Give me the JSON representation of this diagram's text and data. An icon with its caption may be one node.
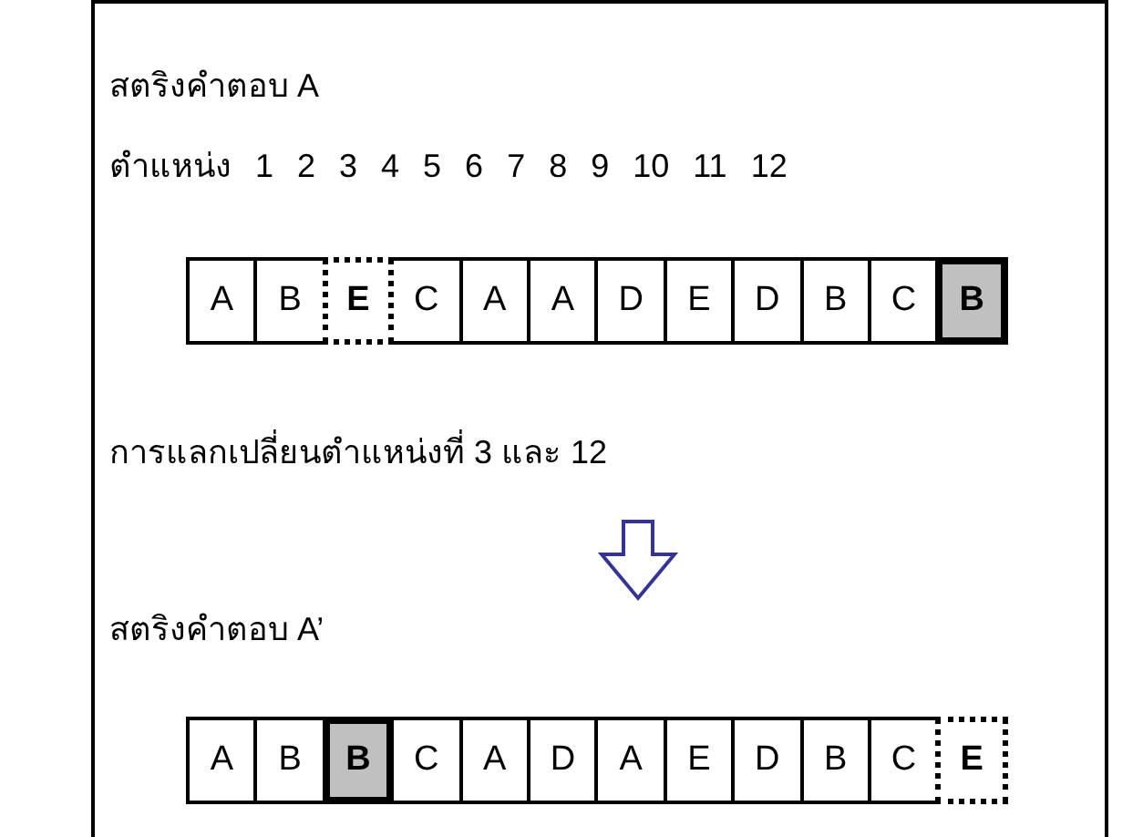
{
  "diagram": {
    "nodes": [
      {
        "text": [
          "A"
        ]
      },
      {
        "text": [
          "B"
        ]
      },
      {
        "text": [
          "E"
        ]
      },
      {
        "text": [
          "C"
        ]
      },
      {
        "text": [
          "A"
        ]
      },
      {
        "text": [
          "A"
        ]
      },
      {
        "text": [
          "D"
        ]
      },
      {
        "text": [
          "E"
        ]
      },
      {
        "text": [
          "D"
        ]
      },
      {
        "text": [
          "B"
        ]
      },
      {
        "text": [
          "C"
        ]
      },
      {
        "text": [
          "B"
        ]
      },
      {
        "text": [
          "A"
        ]
      },
      {
        "text": [
          "B"
        ]
      },
      {
        "text": [
          "B"
        ]
      },
      {
        "text": [
          "C"
        ]
      },
      {
        "text": [
          "A"
        ]
      },
      {
        "text": [
          "D"
        ]
      },
      {
        "text": [
          "A"
        ]
      },
      {
        "text": [
          "E"
        ]
      },
      {
        "text": [
          "D"
        ]
      },
      {
        "text": [
          "B"
        ]
      },
      {
        "text": [
          "C"
        ]
      },
      {
        "text": [
          "E"
        ]
      }
    ],
    "labels": [
      "สตริงคำตอบ A",
      "ตำแหน่ง 1 2 3 4 5 6 7 8 9 10 11 12",
      "การแลกเปลี่ยนตำแหน่งที่ 3 และ 12",
      "สตริงคำตอบ A’"
    ]
  }
}
